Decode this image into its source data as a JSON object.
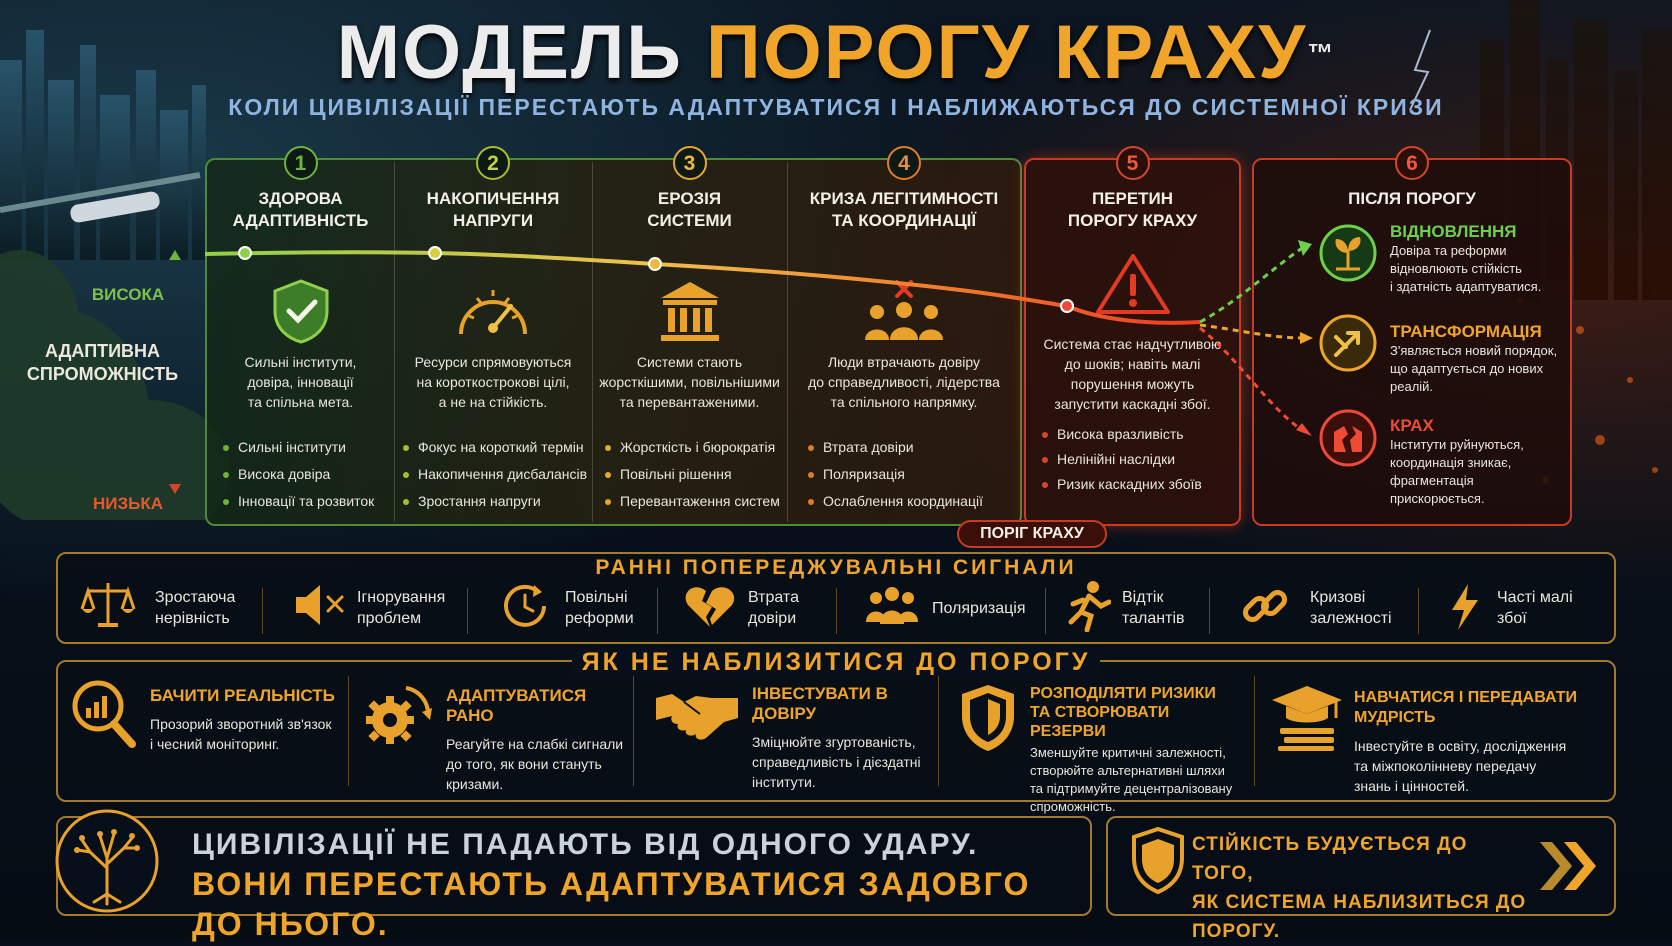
{
  "header": {
    "title_part1": "МОДЕЛЬ",
    "title_part2": "ПОРОГУ КРАХУ",
    "trademark": "™",
    "subtitle": "КОЛИ ЦИВІЛІЗАЦІЇ ПЕРЕСТАЮТЬ АДАПТУВАТИСЯ І НАБЛИЖАЮТЬСЯ ДО СИСТЕМНОЇ КРИЗИ"
  },
  "axis": {
    "high": "ВИСОКА",
    "label_line1": "АДАПТИВНА",
    "label_line2": "СПРОМОЖНІСТЬ",
    "low": "НИЗЬКА"
  },
  "stages": [
    {
      "num": "1",
      "title_line1": "ЗДОРОВА",
      "title_line2": "АДАПТИВНІСТЬ",
      "desc": [
        "Сильні інститути,",
        "довіра, інновації",
        "та спільна мета."
      ],
      "bullets": [
        "Сильні інститути",
        "Висока довіра",
        "Інновації та розвиток"
      ],
      "icon": "shield-check-icon",
      "color": "#6fb43a"
    },
    {
      "num": "2",
      "title_line1": "НАКОПИЧЕННЯ",
      "title_line2": "НАПРУГИ",
      "desc": [
        "Ресурси спрямовуються",
        "на короткострокові цілі,",
        "а не на стійкість."
      ],
      "bullets": [
        "Фокус на короткий термін",
        "Накопичення дисбалансів",
        "Зростання напруги"
      ],
      "icon": "gauge-icon",
      "color": "#a8bd2e"
    },
    {
      "num": "3",
      "title_line1": "ЕРОЗІЯ",
      "title_line2": "СИСТЕМИ",
      "desc": [
        "Системи стають",
        "жорсткішими, повільнішими",
        "та перевантаженими."
      ],
      "bullets": [
        "Жорсткість і бюрократія",
        "Повільні рішення",
        "Перевантаження систем"
      ],
      "icon": "institution-icon",
      "color": "#e6a72c"
    },
    {
      "num": "4",
      "title_line1": "КРИЗА ЛЕГІТИМНОСТІ",
      "title_line2": "ТА КООРДИНАЦІЇ",
      "desc": [
        "Люди втрачають довіру",
        "до справедливості, лідерства",
        "та спільного напрямку."
      ],
      "bullets": [
        "Втрата довіри",
        "Поляризація",
        "Ослаблення координації"
      ],
      "icon": "people-conflict-icon",
      "color": "#e27a2a"
    },
    {
      "num": "5",
      "title_line1": "ПЕРЕТИН",
      "title_line2": "ПОРОГУ КРАХУ",
      "desc": [
        "Система стає надчутливою",
        "до шоків; навіть малі",
        "порушення можуть",
        "запустити каскадні збої."
      ],
      "bullets": [
        "Висока вразливість",
        "Нелінійні наслідки",
        "Ризик каскадних збоїв"
      ],
      "icon": "warning-icon",
      "color": "#d6452a"
    }
  ],
  "threshold_label": "ПОРІГ КРАХУ",
  "after": {
    "num": "6",
    "title": "ПІСЛЯ ПОРОГУ",
    "outcomes": [
      {
        "title": "ВІДНОВЛЕННЯ",
        "text": [
          "Довіра та реформи",
          "відновлюють стійкість",
          "і здатність адаптуватися."
        ],
        "icon": "sprout-icon",
        "color": "#6fcf4a"
      },
      {
        "title": "ТРАНСФОРМАЦІЯ",
        "text": [
          "З'являється новий порядок,",
          "що адаптується до нових",
          "реалій."
        ],
        "icon": "transform-arrows-icon",
        "color": "#f0a52a"
      },
      {
        "title": "КРАХ",
        "text": [
          "Інститути руйнуються,",
          "координація зникає,",
          "фрагментація прискорюється."
        ],
        "icon": "broken-building-icon",
        "color": "#ee4a36"
      }
    ]
  },
  "signals": {
    "title": "РАННІ  ПОПЕРЕДЖУВАЛЬНІ  СИГНАЛИ",
    "items": [
      {
        "line1": "Зростаюча",
        "line2": "нерівність",
        "icon": "scales-icon"
      },
      {
        "line1": "Ігнорування",
        "line2": "проблем",
        "icon": "mute-icon"
      },
      {
        "line1": "Повільні",
        "line2": "реформи",
        "icon": "slow-clock-icon"
      },
      {
        "line1": "Втрата",
        "line2": "довіри",
        "icon": "broken-heart-icon"
      },
      {
        "line1": "Поляризація",
        "line2": "",
        "icon": "crowd-icon"
      },
      {
        "line1": "Відтік",
        "line2": "талантів",
        "icon": "running-person-icon"
      },
      {
        "line1": "Кризові",
        "line2": "залежності",
        "icon": "chain-icon"
      },
      {
        "line1": "Часті малі",
        "line2": "збої",
        "icon": "lightning-icon"
      }
    ]
  },
  "avoid": {
    "title": "ЯК НЕ НАБЛИЗИТИСЯ ДО ПОРОГУ",
    "tips": [
      {
        "title": [
          "БАЧИТИ РЕАЛЬНІСТЬ"
        ],
        "text": [
          "Прозорий зворотний зв'язок",
          "і чесний моніторинг."
        ],
        "icon": "magnifier-chart-icon"
      },
      {
        "title": [
          "АДАПТУВАТИСЯ РАНО"
        ],
        "text": [
          "Реагуйте на слабкі сигнали",
          "до того, як вони стануть",
          "кризами."
        ],
        "icon": "gear-arrows-icon"
      },
      {
        "title": [
          "ІНВЕСТУВАТИ В ДОВІРУ"
        ],
        "text": [
          "Зміцнюйте згуртованість,",
          "справедливість і дієздатні",
          "інститути."
        ],
        "icon": "handshake-icon"
      },
      {
        "title": [
          "РОЗПОДІЛЯТИ РИЗИКИ",
          "ТА СТВОРЮВАТИ РЕЗЕРВИ"
        ],
        "text": [
          "Зменшуйте критичні залежності,",
          "створюйте альтернативні шляхи",
          "та підтримуйте децентралізовану",
          "спроможність."
        ],
        "icon": "shield-icon"
      },
      {
        "title": [
          "НАВЧАТИСЯ І ПЕРЕДАВАТИ МУДРІСТЬ"
        ],
        "text": [
          "Інвестуйте в освіту, дослідження",
          "та міжпоколінневу передачу",
          "знань і цінностей."
        ],
        "icon": "graduation-books-icon"
      }
    ]
  },
  "footer": {
    "quote_line1": "ЦИВІЛІЗАЦІЇ НЕ ПАДАЮТЬ ВІД ОДНОГО УДАРУ.",
    "quote_line2": "ВОНИ ПЕРЕСТАЮТЬ АДАПТУВАТИСЯ ЗАДОВГО ДО НЬОГО.",
    "note_line1": "СТІЙКІСТЬ БУДУЄТЬСЯ ДО ТОГО,",
    "note_line2": "ЯК СИСТЕМА НАБЛИЗИТЬСЯ ДО ПОРОГУ.",
    "icons": [
      "tree-icon",
      "shield-icon",
      "chevrons-right-icon"
    ]
  },
  "colors": {
    "gold": "#f0a52a",
    "green": "#6fb43a",
    "red": "#d6452a",
    "panel_border": "#a3792b"
  }
}
